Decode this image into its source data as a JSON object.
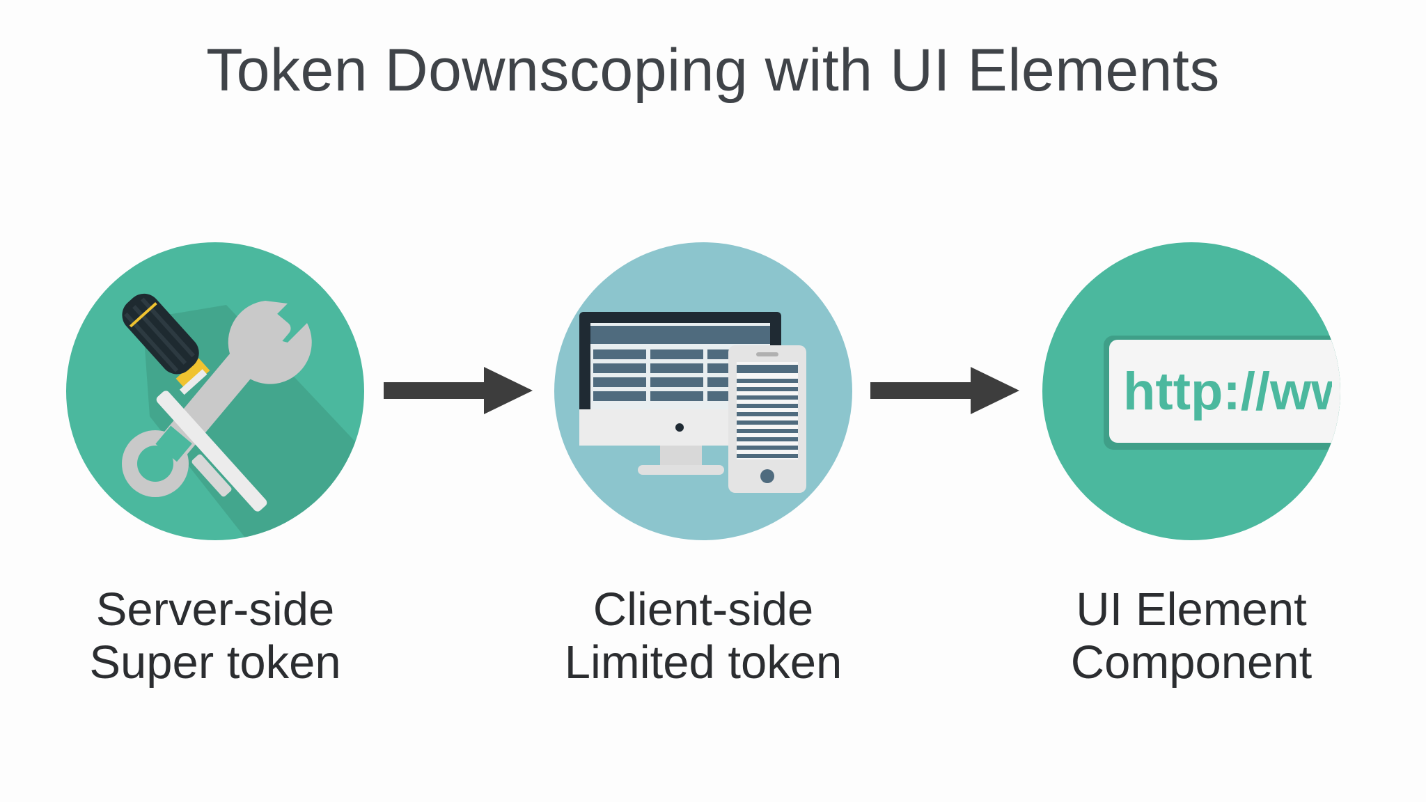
{
  "title": "Token Downscoping with UI Elements",
  "steps": [
    {
      "line1": "Server-side",
      "line2": "Super token",
      "icon": "tools-icon"
    },
    {
      "line1": "Client-side",
      "line2": "Limited token",
      "icon": "devices-icon"
    },
    {
      "line1": "UI Element",
      "line2": "Component",
      "icon": "url-bar-icon",
      "url_text": "http://www"
    }
  ],
  "colors": {
    "teal": "#4bb89e",
    "light_blue": "#8cc5cd",
    "arrow": "#3d3d3d",
    "title_text": "#3f4348"
  }
}
